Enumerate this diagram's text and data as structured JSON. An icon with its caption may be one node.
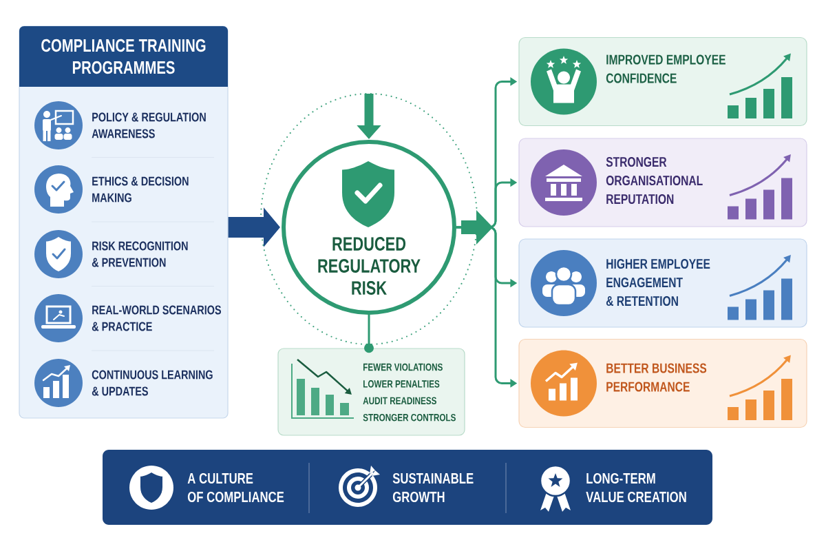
{
  "diagram": {
    "nodes": [
      {
        "text": [
          "COMPLIANCE TRAINING PROGRAMMES",
          "POLICY & REGULATION AWARENESS",
          "ETHICS & DECISION MAKING",
          "RISK RECOGNITION & PREVENTION",
          "REAL-WORLD SCENARIOS & PRACTICE",
          "CONTINUOUS LEARNING & UPDATES"
        ]
      },
      {
        "text": [
          "REDUCED REGULATORY RISK"
        ]
      },
      {
        "text": [
          "FEWER VIOLATIONS",
          "LOWER PENALTIES",
          "AUDIT READINESS",
          "STRONGER CONTROLS"
        ]
      },
      {
        "text": [
          "IMPROVED EMPLOYEE CONFIDENCE"
        ]
      },
      {
        "text": [
          "STRONGER ORGANISATIONAL REPUTATION"
        ]
      },
      {
        "text": [
          "HIGHER EMPLOYEE ENGAGEMENT & RETENTION"
        ]
      },
      {
        "text": [
          "BETTER BUSINESS PERFORMANCE"
        ]
      },
      {
        "text": [
          "A CULTURE OF COMPLIANCE",
          "SUSTAINABLE GROWTH",
          "LONG-TERM VALUE CREATION"
        ]
      }
    ],
    "edges": [
      {
        "from": 0,
        "to": 1,
        "arrow": "to",
        "style": "thick",
        "color": "#1f4b87"
      },
      {
        "from": null,
        "to": 1,
        "arrow": "to",
        "style": "thick"
      },
      {
        "from": 1,
        "to": 3,
        "arrow": "to"
      },
      {
        "from": 1,
        "to": 4,
        "arrow": "to"
      },
      {
        "from": 1,
        "to": 5,
        "arrow": "to"
      },
      {
        "from": 1,
        "to": 6,
        "arrow": "to"
      },
      {
        "from": 1,
        "to": 2,
        "arrow": "other"
      }
    ]
  }
}
